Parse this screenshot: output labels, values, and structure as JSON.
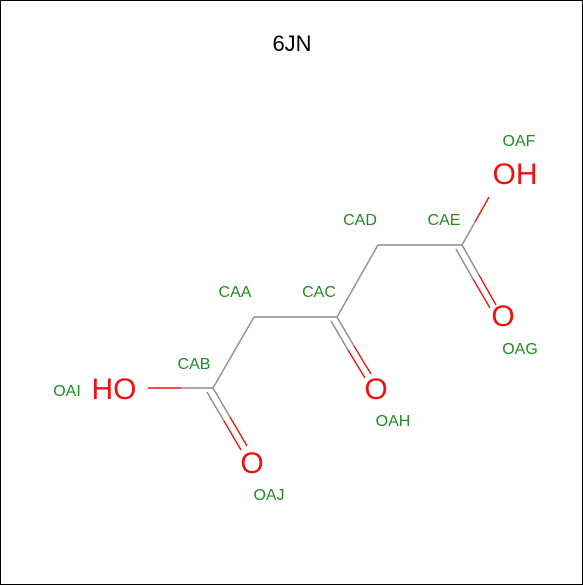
{
  "title": "6JN",
  "colors": {
    "bond": "#8c8c8c",
    "oxygen": "#ee1111",
    "label": "#228b22",
    "title": "#000000"
  },
  "atom_labels": {
    "CAA": "CAA",
    "CAB": "CAB",
    "CAC": "CAC",
    "CAD": "CAD",
    "CAE": "CAE",
    "OAF": "OAF",
    "OAG": "OAG",
    "OAH": "OAH",
    "OAI": "OAI",
    "OAJ": "OAJ"
  },
  "atom_symbols": {
    "OAF": "OH",
    "OAG": "O",
    "OAH": "O",
    "OAI": "HO",
    "OAJ": "O"
  }
}
